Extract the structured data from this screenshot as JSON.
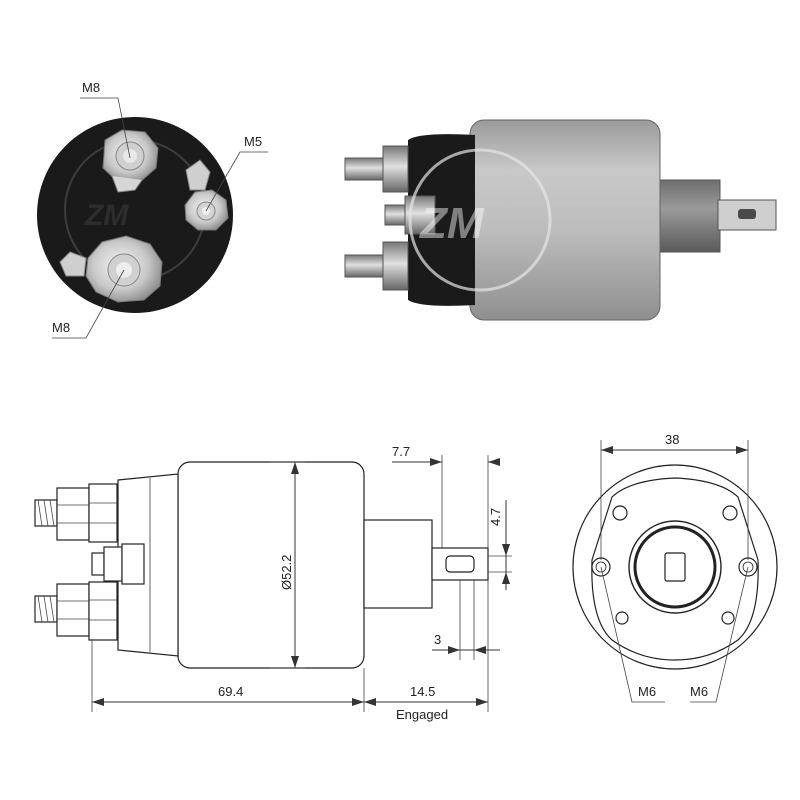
{
  "photo_end_view": {
    "labels": {
      "terminal_top": "M8",
      "terminal_small": "M5",
      "terminal_bottom": "M8"
    }
  },
  "drawing_side_view": {
    "dimensions": {
      "top_offset": "7.7",
      "slot_width": "4.7",
      "diameter": "Ø52.2",
      "tab_thickness": "3",
      "body_length": "69.4",
      "plunger_travel": "14.5",
      "plunger_state": "Engaged"
    }
  },
  "drawing_end_view": {
    "dimensions": {
      "hole_spacing": "38",
      "mount_left": "M6",
      "mount_right": "M6"
    }
  },
  "colors": {
    "housing_gray": "#b8b8b8",
    "cap_black": "#1a1a1a",
    "line": "#222222",
    "watermark": "#d8d8d8"
  }
}
